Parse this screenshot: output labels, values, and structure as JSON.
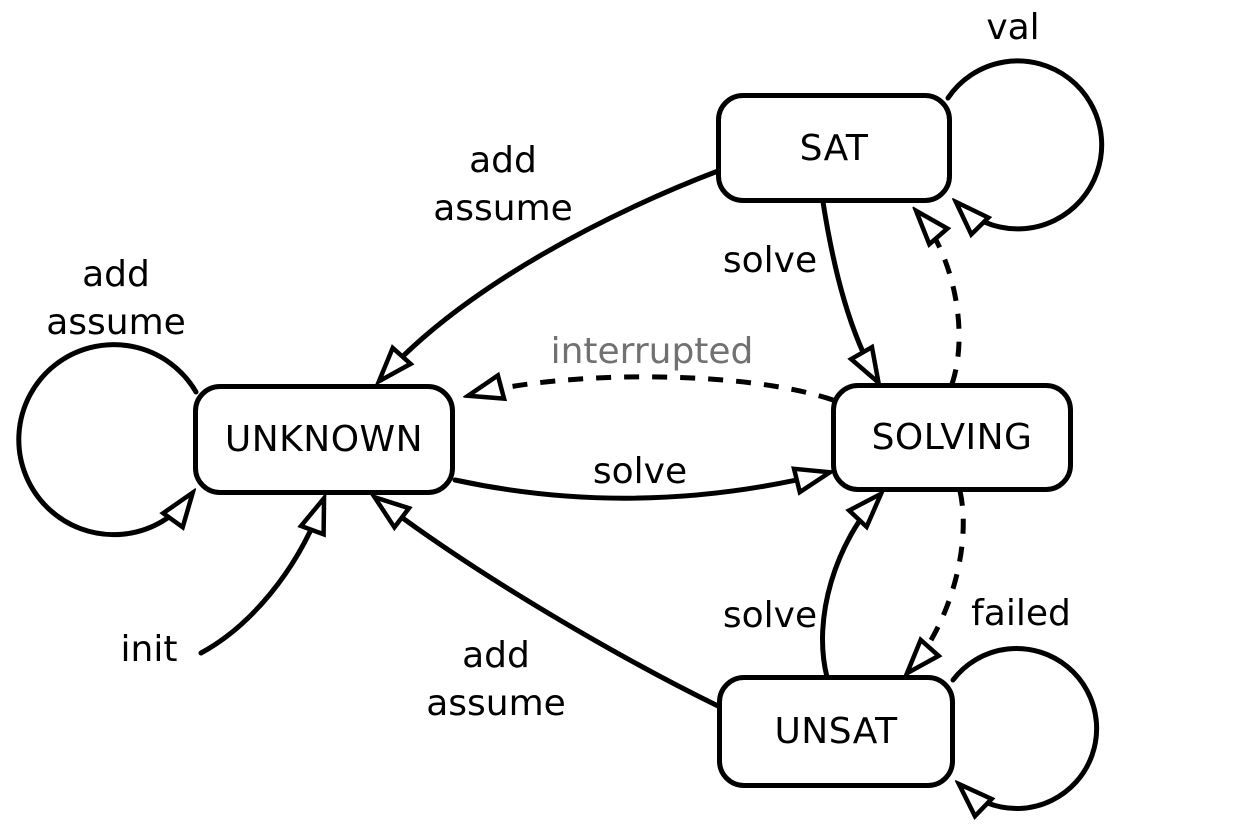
{
  "diagram": {
    "type": "state-machine",
    "background": "#ffffff",
    "colors": {
      "stroke": "#000000",
      "node_fill": "#ffffff",
      "label": "#000000",
      "muted_label": "#717171"
    },
    "states": [
      {
        "id": "sat",
        "label": "SAT"
      },
      {
        "id": "unknown",
        "label": "UNKNOWN"
      },
      {
        "id": "solving",
        "label": "SOLVING"
      },
      {
        "id": "unsat",
        "label": "UNSAT"
      }
    ],
    "transitions": [
      {
        "from": "start",
        "to": "unknown",
        "label": "init",
        "style": "solid"
      },
      {
        "from": "unknown",
        "to": "unknown",
        "label": "add assume",
        "style": "solid"
      },
      {
        "from": "unknown",
        "to": "solving",
        "label": "solve",
        "style": "solid"
      },
      {
        "from": "sat",
        "to": "sat",
        "label": "val",
        "style": "solid"
      },
      {
        "from": "sat",
        "to": "unknown",
        "label": "add assume",
        "style": "solid"
      },
      {
        "from": "sat",
        "to": "solving",
        "label": "solve",
        "style": "solid"
      },
      {
        "from": "unsat",
        "to": "unsat",
        "label": "failed",
        "style": "solid"
      },
      {
        "from": "unsat",
        "to": "unknown",
        "label": "add assume",
        "style": "solid"
      },
      {
        "from": "unsat",
        "to": "solving",
        "label": "solve",
        "style": "solid"
      },
      {
        "from": "solving",
        "to": "unknown",
        "label": "interrupted",
        "style": "dashed"
      },
      {
        "from": "solving",
        "to": "sat",
        "label": "",
        "style": "dashed"
      },
      {
        "from": "solving",
        "to": "unsat",
        "label": "",
        "style": "dashed"
      }
    ]
  }
}
